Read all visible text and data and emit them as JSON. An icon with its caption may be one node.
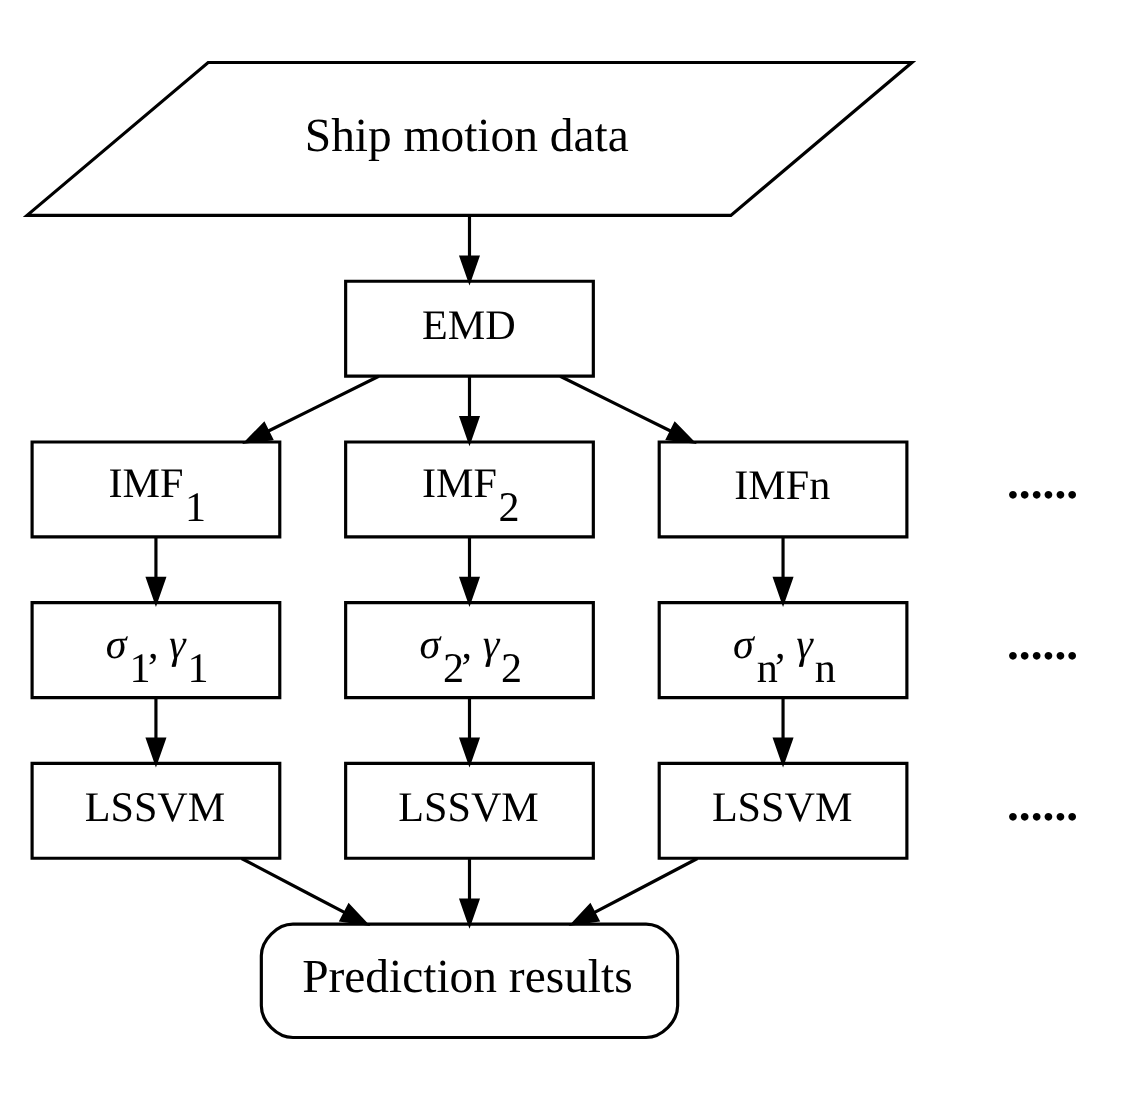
{
  "diagram": {
    "nodes": [
      {
        "text": [
          "Ship motion data"
        ]
      },
      {
        "text": [
          "EMD"
        ]
      },
      {
        "text": [
          "IMF$_{1}$"
        ]
      },
      {
        "text": [
          "IMF$_{2}$"
        ]
      },
      {
        "text": [
          "IMFn"
        ]
      },
      {
        "text": [
          "*σ*$_{1}$, *γ*$_{1}$"
        ]
      },
      {
        "text": [
          "*σ*$_{2}$, *γ*$_{2}$"
        ]
      },
      {
        "text": [
          "*σ*$_{n}$, *γ*$_{n}$"
        ]
      },
      {
        "text": [
          "LSSVM"
        ]
      },
      {
        "text": [
          "LSSVM"
        ]
      },
      {
        "text": [
          "LSSVM"
        ]
      },
      {
        "text": [
          "Prediction results"
        ]
      }
    ],
    "edges": [
      {
        "from": 0,
        "to": 1,
        "arrow": "to"
      },
      {
        "from": 1,
        "to": 2,
        "arrow": "to"
      },
      {
        "from": 1,
        "to": 3,
        "arrow": "to"
      },
      {
        "from": 1,
        "to": 4,
        "arrow": "to"
      },
      {
        "from": 2,
        "to": 5,
        "arrow": "to"
      },
      {
        "from": 3,
        "to": 6,
        "arrow": "to"
      },
      {
        "from": 4,
        "to": 7,
        "arrow": "to"
      },
      {
        "from": 5,
        "to": 8,
        "arrow": "to"
      },
      {
        "from": 6,
        "to": 9,
        "arrow": "to"
      },
      {
        "from": 7,
        "to": 10,
        "arrow": "to"
      },
      {
        "from": 8,
        "to": 11,
        "arrow": "to"
      },
      {
        "from": 9,
        "to": 11,
        "arrow": "to"
      },
      {
        "from": 10,
        "to": 11,
        "arrow": "to"
      }
    ],
    "labels": [
      "......",
      "......",
      "......"
    ]
  }
}
